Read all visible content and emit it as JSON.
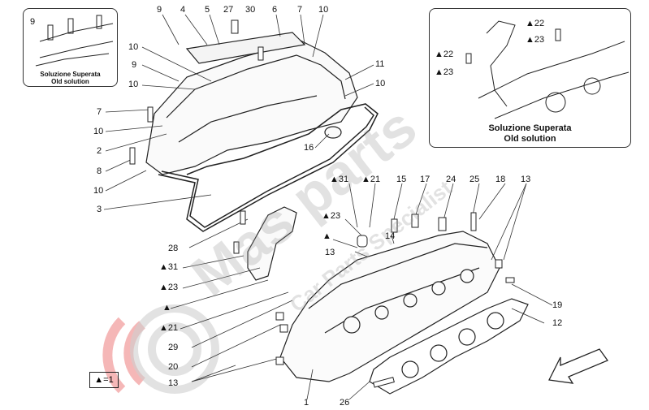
{
  "colors": {
    "line": "#222222",
    "watermark": "#b8b8b8",
    "watermark_red": "#f3a6a6"
  },
  "inset_left": {
    "caption_line1": "Soluzione Superata",
    "caption_line2": "Old solution",
    "label": "9"
  },
  "inset_right": {
    "caption_line1": "Soluzione Superata",
    "caption_line2": "Old solution",
    "labels": [
      "▲22",
      "▲23",
      "▲22",
      "▲23"
    ]
  },
  "legend": {
    "text": "▲=1"
  },
  "watermark": {
    "brand": "Mas parts",
    "tagline": "Car Parts Specialist"
  },
  "callouts": [
    "9",
    "4",
    "5",
    "27",
    "30",
    "6",
    "7",
    "10",
    "10",
    "9",
    "10",
    "11",
    "10",
    "7",
    "10",
    "2",
    "8",
    "10",
    "3",
    "16",
    "▲31",
    "▲21",
    "15",
    "17",
    "24",
    "25",
    "18",
    "13",
    "▲23",
    "▲",
    "14",
    "13",
    "28",
    "▲31",
    "▲23",
    "▲",
    "▲21",
    "29",
    "20",
    "13",
    "1",
    "26",
    "12",
    "19"
  ]
}
